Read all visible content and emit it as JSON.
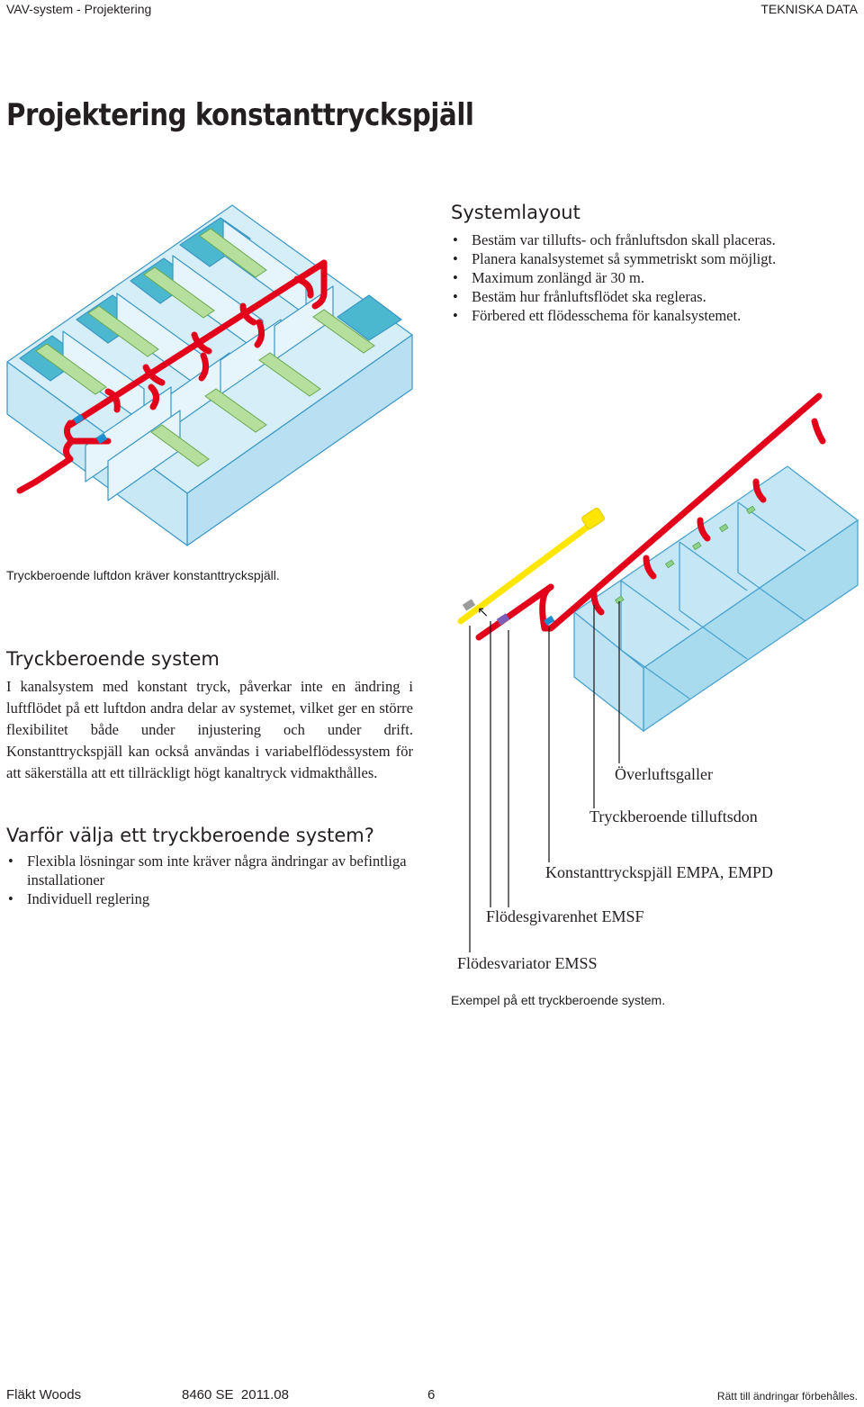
{
  "header": {
    "left": "VAV-system - Projektering",
    "right": "TEKNISKA DATA"
  },
  "page_title": "Projektering konstanttryckspjäll",
  "systemlayout": {
    "heading": "Systemlayout",
    "bullets": [
      "Bestäm var tillufts- och frånluftsdon skall placeras.",
      "Planera kanalsystemet så symmetriskt som möjligt.",
      "Maximum zonlängd är 30 m.",
      "Bestäm hur frånluftsflödet ska regleras.",
      "Förbered ett flödesschema för kanalsystemet."
    ]
  },
  "figure1": {
    "caption": "Tryckberoende luftdon kräver konstanttryckspjäll."
  },
  "tryckberoende": {
    "heading": "Tryckberoende system",
    "body": "I kanalsystem med konstant tryck, påverkar inte en ändring i luftflödet på ett luftdon andra delar av systemet, vilket ger en större flexibilitet både under injustering och under drift. Konstanttryckspjäll kan också användas i variabelflödessystem för att säkerställa att ett tillräckligt högt kanaltryck vidmakthålles."
  },
  "varfor": {
    "heading": "Varför välja ett tryckberoende system?",
    "bullets": [
      "Flexibla lösningar som inte kräver några ändringar av befintliga installationer",
      "Individuell reglering"
    ]
  },
  "figure2": {
    "labels": {
      "overluft": "Överluftsgaller",
      "tilluftsdon": "Tryckberoende tilluftsdon",
      "konstant": "Konstanttryckspjäll EMPA, EMPD",
      "flodesgivare": "Flödesgivarenhet EMSF",
      "flodesvariator": "Flödesvariator EMSS"
    },
    "caption": "Exempel på ett tryckberoende system."
  },
  "footer": {
    "brand": "Fläkt Woods",
    "code": "8460 SE  2011.08",
    "page": "6",
    "note": "Rätt till ändringar förbehålles."
  },
  "colors": {
    "duct_supply": "#e3001b",
    "duct_exhaust": "#ffe600",
    "room_fill": "#c5e6f4",
    "room_edge": "#4aa3cf",
    "diffuser": "#b6df9e",
    "damper": "#1d8fd1"
  }
}
